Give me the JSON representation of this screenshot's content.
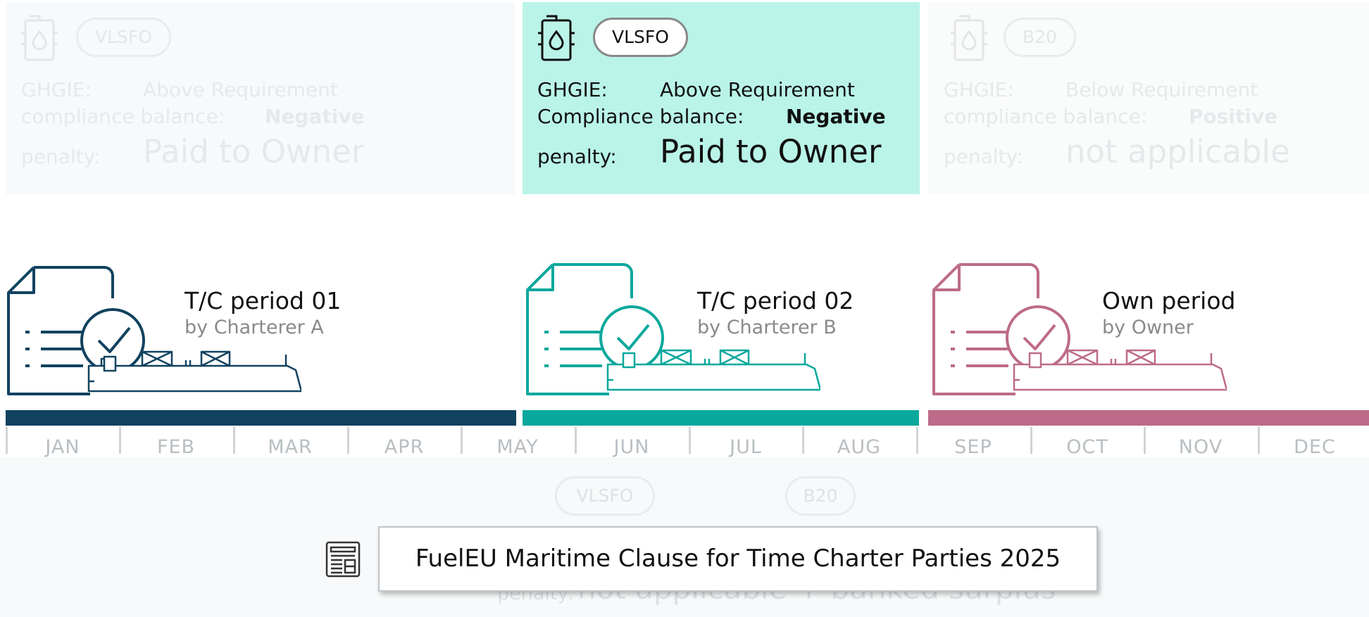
{
  "cards": [
    {
      "id": "card1",
      "fuel": "VLSFO",
      "ghgie_label": "GHGIE:",
      "ghgie_value": "Above Requirement",
      "balance_label": "compliance balance:",
      "balance_value": "Negative",
      "penalty_label": "penalty:",
      "penalty_value": "Paid to Owner",
      "state": "faded"
    },
    {
      "id": "card2",
      "fuel": "VLSFO",
      "ghgie_label": "GHGIE:",
      "ghgie_value": "Above Requirement",
      "balance_label": "Compliance balance:",
      "balance_value": "Negative",
      "penalty_label": "penalty:",
      "penalty_value": "Paid to Owner",
      "state": "active"
    },
    {
      "id": "card3",
      "fuel": "B20",
      "ghgie_label": "GHGIE:",
      "ghgie_value": "Below Requirement",
      "balance_label": "compliance balance:",
      "balance_value": "Positive",
      "penalty_label": "penalty:",
      "penalty_value": "not applicable",
      "state": "faded"
    }
  ],
  "periods": [
    {
      "title": "T/C period 01",
      "subtitle": "by Charterer A",
      "color": "#11425f"
    },
    {
      "title": "T/C period 02",
      "subtitle": "by Charterer B",
      "color": "#0aa89c"
    },
    {
      "title": "Own period",
      "subtitle": "by Owner",
      "color": "#bd6b88"
    }
  ],
  "months": [
    "JAN",
    "FEB",
    "MAR",
    "APR",
    "MAY",
    "JUN",
    "JUL",
    "AUG",
    "SEP",
    "OCT",
    "NOV",
    "DEC"
  ],
  "bottom": {
    "fuels": [
      "VLSFO",
      "B20"
    ],
    "penalty_label": "penalty:",
    "penalty_value": "not applicable + banked surplus"
  },
  "document_link": {
    "label": "FuelEU Maritime Clause for Time Charter Parties 2025",
    "icon": "newspaper-icon"
  },
  "colors": {
    "active_card_bg": "#baf4e8",
    "faded_card_bg": "#f6fafc",
    "tc1": "#11425f",
    "tc2": "#0aa89c",
    "own": "#bd6b88"
  }
}
